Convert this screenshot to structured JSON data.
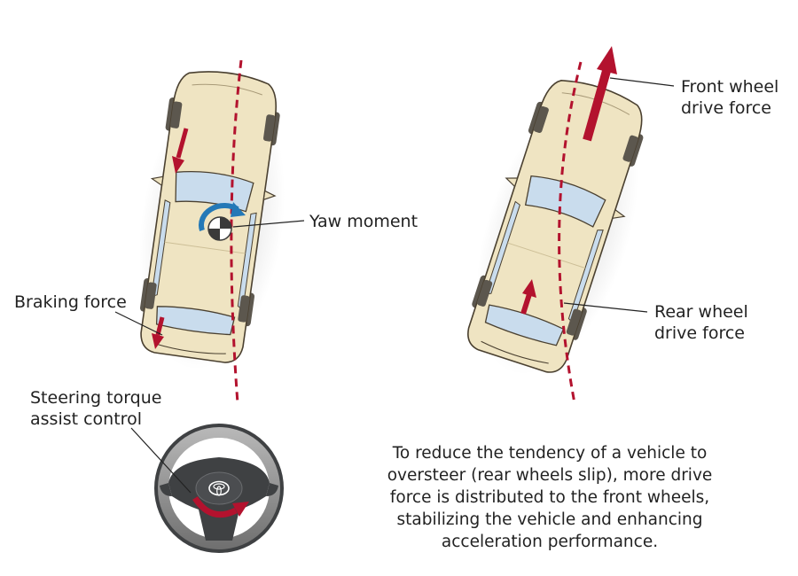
{
  "labels": {
    "yaw_moment": "Yaw moment",
    "braking_force": "Braking force",
    "front_wheel_drive_force": [
      "Front wheel",
      "drive force"
    ],
    "rear_wheel_drive_force": [
      "Rear wheel",
      "drive force"
    ],
    "steering_torque": [
      "Steering torque",
      "assist control"
    ]
  },
  "caption": [
    "To reduce the tendency of a vehicle to",
    "oversteer (rear wheels slip), more drive",
    "force is distributed to the front wheels,",
    "stabilizing the vehicle and enhancing",
    "acceleration performance."
  ],
  "colors": {
    "car_body": "#efe4c2",
    "car_outline": "#4a4030",
    "glass": "#c9dced",
    "tire": "#5c574e",
    "force_arrow": "#b3122e",
    "yaw_arrow": "#2479b7",
    "wheel_rim": "#8f8f8f",
    "wheel_hub": "#3f4143"
  },
  "icons": {
    "steering_logo": "toyota-logo-icon",
    "center_of_gravity": "center-of-gravity-icon"
  }
}
